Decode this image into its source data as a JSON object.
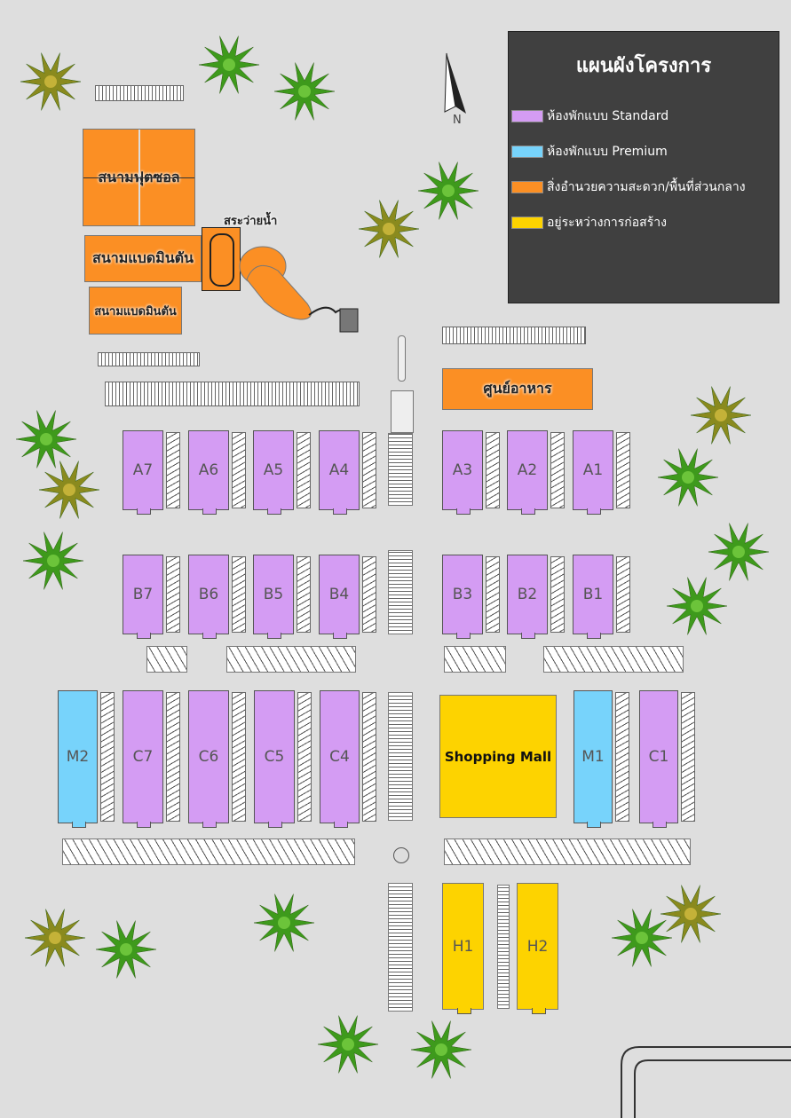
{
  "legend": {
    "title": "แผนผังโครงการ",
    "items": [
      {
        "label": "ห้องพักแบบ Standard",
        "color": "#d49cf3"
      },
      {
        "label": "ห้องพักแบบ Premium",
        "color": "#77d3fb"
      },
      {
        "label": "สิ่งอำนวยความสะดวก/พื้นที่ส่วนกลาง",
        "color": "#fb8f24"
      },
      {
        "label": "อยู่ระหว่างการก่อสร้าง",
        "color": "#fdd300"
      }
    ]
  },
  "north_label": "N",
  "facilities": {
    "futsal": "สนามฟุตซอล",
    "badminton_1": "สนามแบดมินตัน",
    "badminton_2": "สนามแบดมินตัน",
    "pool": "สระว่ายน้ำ",
    "food_center": "ศูนย์อาหาร",
    "mall": "Shopping Mall"
  },
  "buildings": [
    {
      "label": "A7",
      "type": "std"
    },
    {
      "label": "A6",
      "type": "std"
    },
    {
      "label": "A5",
      "type": "std"
    },
    {
      "label": "A4",
      "type": "std"
    },
    {
      "label": "A3",
      "type": "std"
    },
    {
      "label": "A2",
      "type": "std"
    },
    {
      "label": "A1",
      "type": "std"
    },
    {
      "label": "B7",
      "type": "std"
    },
    {
      "label": "B6",
      "type": "std"
    },
    {
      "label": "B5",
      "type": "std"
    },
    {
      "label": "B4",
      "type": "std"
    },
    {
      "label": "B3",
      "type": "std"
    },
    {
      "label": "B2",
      "type": "std"
    },
    {
      "label": "B1",
      "type": "std"
    },
    {
      "label": "M2",
      "type": "prem"
    },
    {
      "label": "C7",
      "type": "std"
    },
    {
      "label": "C6",
      "type": "std"
    },
    {
      "label": "C5",
      "type": "std"
    },
    {
      "label": "C4",
      "type": "std"
    },
    {
      "label": "M1",
      "type": "prem"
    },
    {
      "label": "C1",
      "type": "std"
    },
    {
      "label": "H1",
      "type": "con"
    },
    {
      "label": "H2",
      "type": "con"
    }
  ]
}
